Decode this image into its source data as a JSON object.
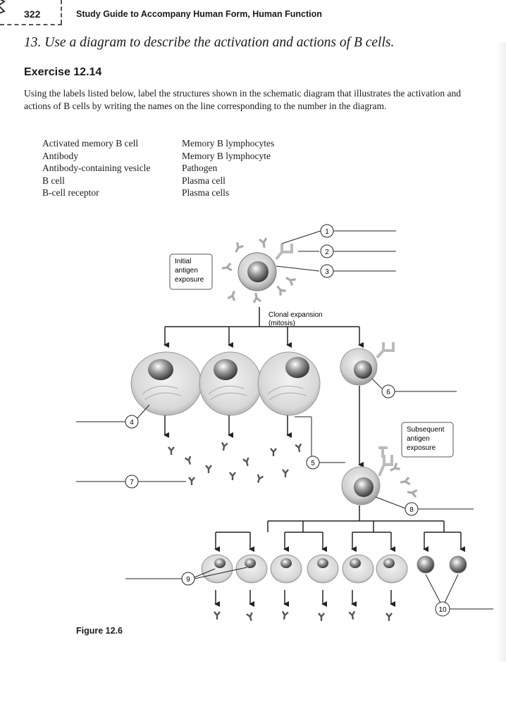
{
  "header": {
    "page_number": "322",
    "running_title": "Study Guide to Accompany Human Form, Human Function"
  },
  "question": "13. Use a diagram to describe the activation and actions of B cells.",
  "exercise": {
    "title": "Exercise 12.14",
    "instructions": "Using the labels listed below, label the structures shown in the schematic diagram that illustrates the activation and actions of B cells by writing the names on the line corresponding to the number in the diagram.",
    "labels_col1": [
      "Activated memory B cell",
      "Antibody",
      "Antibody-containing vesicle",
      "B cell",
      "B-cell receptor"
    ],
    "labels_col2": [
      "Memory B lymphocytes",
      "Memory B lymphocyte",
      "Pathogen",
      "Plasma cell",
      "Plasma cells"
    ]
  },
  "figure": {
    "box_initial": [
      "Initial",
      "antigen",
      "exposure"
    ],
    "clonal": [
      "Clonal expansion",
      "(mitosis)"
    ],
    "box_subsequent": [
      "Subsequent",
      "antigen",
      "exposure"
    ],
    "callouts": [
      "1",
      "2",
      "3",
      "4",
      "5",
      "6",
      "7",
      "8",
      "9",
      "10"
    ],
    "caption": "Figure 12.6"
  }
}
